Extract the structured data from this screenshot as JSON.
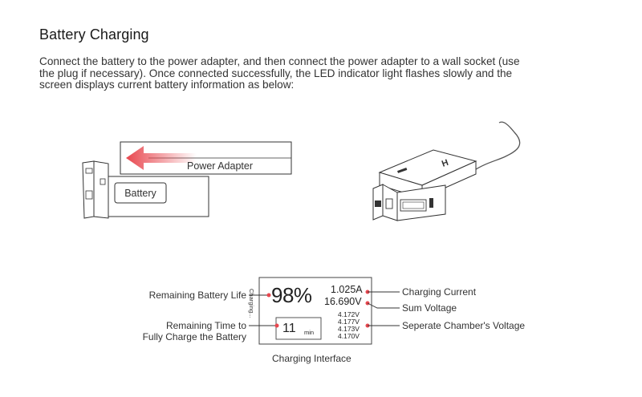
{
  "title": "Battery Charging",
  "intro_lines": [
    "Connect the battery to the power adapter, and then connect the power adapter to a wall socket (use",
    "the plug if necessary). Once connected successfully, the LED indicator light flashes slowly and the",
    "screen displays current battery information as below:"
  ],
  "figure_left": {
    "adapter_label": "Power Adapter",
    "battery_label": "Battery"
  },
  "screen": {
    "vertical_text": "Charging...",
    "percent": "98%",
    "current": "1.025A",
    "sum_voltage": "16.690V",
    "cell_voltages": [
      "4.172V",
      "4.177V",
      "4.173V",
      "4.170V"
    ],
    "time_value": "11",
    "time_unit": "min"
  },
  "callouts": {
    "remaining_life": "Remaining Battery Life",
    "remaining_time_1": "Remaining Time to",
    "remaining_time_2": "Fully Charge the Battery",
    "charging_current": "Charging Current",
    "sum_voltage": "Sum Voltage",
    "chamber_voltage": "Seperate Chamber's Voltage"
  },
  "caption": "Charging Interface",
  "colors": {
    "accent": "#e8474f",
    "line": "#333333"
  }
}
